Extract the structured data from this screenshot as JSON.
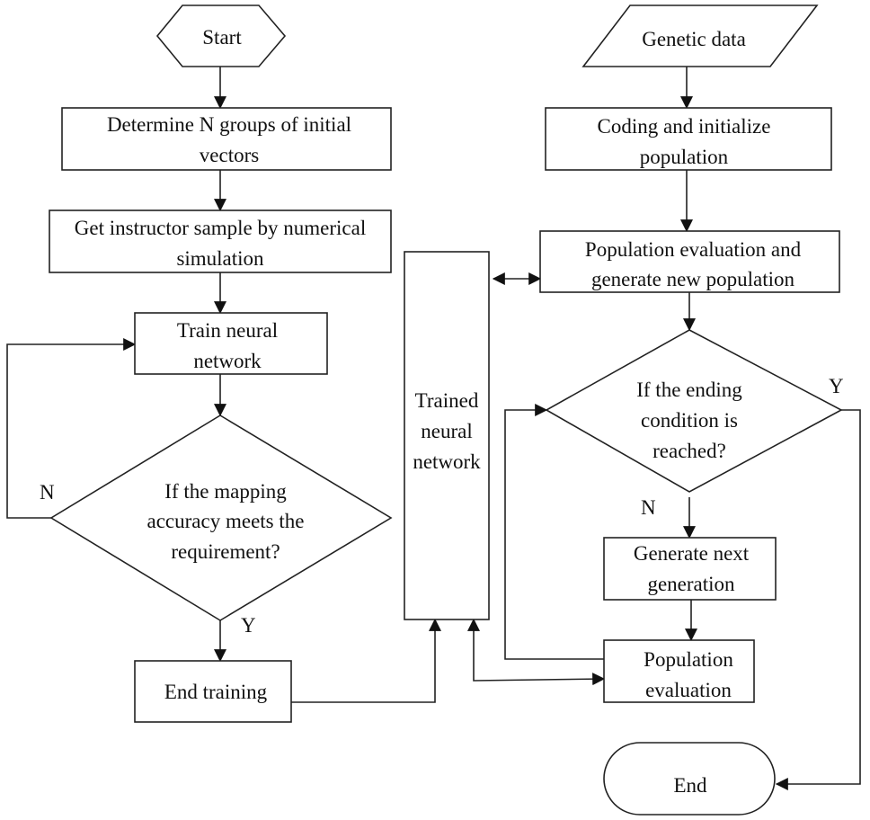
{
  "diagram": {
    "type": "flowchart",
    "nodes": {
      "start": {
        "shape": "hexagon",
        "lines": [
          "Start"
        ]
      },
      "determine_vectors": {
        "shape": "process",
        "lines": [
          "Determine N groups of initial",
          "vectors"
        ]
      },
      "instructor_sample": {
        "shape": "process",
        "lines": [
          "Get instructor sample by numerical",
          "simulation"
        ]
      },
      "train_nn": {
        "shape": "process",
        "lines": [
          "Train neural",
          "network"
        ]
      },
      "mapping_decision": {
        "shape": "decision",
        "lines": [
          "If the mapping",
          "accuracy meets the",
          "requirement?"
        ]
      },
      "end_training": {
        "shape": "process",
        "lines": [
          "End training"
        ]
      },
      "trained_nn": {
        "shape": "process",
        "lines": [
          "Trained",
          "neural",
          "network"
        ]
      },
      "genetic_data": {
        "shape": "data",
        "lines": [
          "Genetic data"
        ]
      },
      "coding_init": {
        "shape": "process",
        "lines": [
          "Coding and initialize",
          "population"
        ]
      },
      "pop_eval_generate": {
        "shape": "process",
        "lines": [
          "Population evaluation and",
          "generate new population"
        ]
      },
      "ending_decision": {
        "shape": "decision",
        "lines": [
          "If the ending",
          "condition is",
          "reached?"
        ]
      },
      "generate_next": {
        "shape": "process",
        "lines": [
          "Generate next",
          "generation"
        ]
      },
      "pop_eval": {
        "shape": "process",
        "lines": [
          "Population",
          "evaluation"
        ]
      },
      "end": {
        "shape": "terminator",
        "lines": [
          "End"
        ]
      }
    },
    "branch_labels": {
      "mapping_no": "N",
      "mapping_yes": "Y",
      "ending_yes": "Y",
      "ending_no": "N"
    },
    "edges": [
      {
        "from": "start",
        "to": "determine_vectors"
      },
      {
        "from": "determine_vectors",
        "to": "instructor_sample"
      },
      {
        "from": "instructor_sample",
        "to": "train_nn"
      },
      {
        "from": "train_nn",
        "to": "mapping_decision"
      },
      {
        "from": "mapping_decision",
        "to": "train_nn",
        "label": "N"
      },
      {
        "from": "mapping_decision",
        "to": "end_training",
        "label": "Y"
      },
      {
        "from": "end_training",
        "to": "trained_nn"
      },
      {
        "from": "trained_nn",
        "to": "pop_eval_generate",
        "bidirectional": true
      },
      {
        "from": "genetic_data",
        "to": "coding_init"
      },
      {
        "from": "coding_init",
        "to": "pop_eval_generate"
      },
      {
        "from": "pop_eval_generate",
        "to": "ending_decision"
      },
      {
        "from": "ending_decision",
        "to": "generate_next",
        "label": "N"
      },
      {
        "from": "ending_decision",
        "to": "end",
        "label": "Y"
      },
      {
        "from": "generate_next",
        "to": "pop_eval"
      },
      {
        "from": "pop_eval",
        "to": "ending_decision"
      },
      {
        "from": "trained_nn",
        "to": "pop_eval",
        "bidirectional": true
      }
    ]
  }
}
